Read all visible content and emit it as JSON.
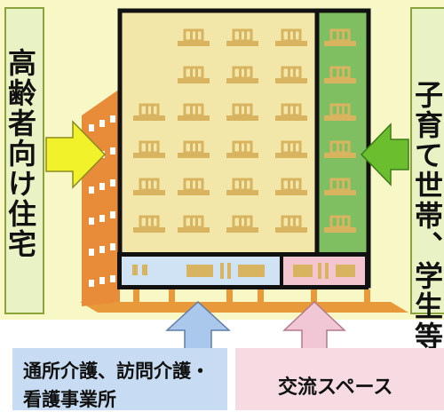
{
  "left_label": "高齢者向け住宅",
  "right_label": "子育て世帯、学生等",
  "bottom_left_label_line1": "通所介護、訪問介護・",
  "bottom_left_label_line2": "看護事業所",
  "bottom_right_label": "交流スペース",
  "colors": {
    "background": "#f8f8c6",
    "left_arrow": "#f2f22a",
    "right_arrow": "#6bbf2e",
    "up_arrow_left": "#a9c8ec",
    "up_arrow_right": "#f1c7d5",
    "green_column": "#7fbf62",
    "orange_building": "#e98c3a",
    "ground": "#e89a3a"
  }
}
